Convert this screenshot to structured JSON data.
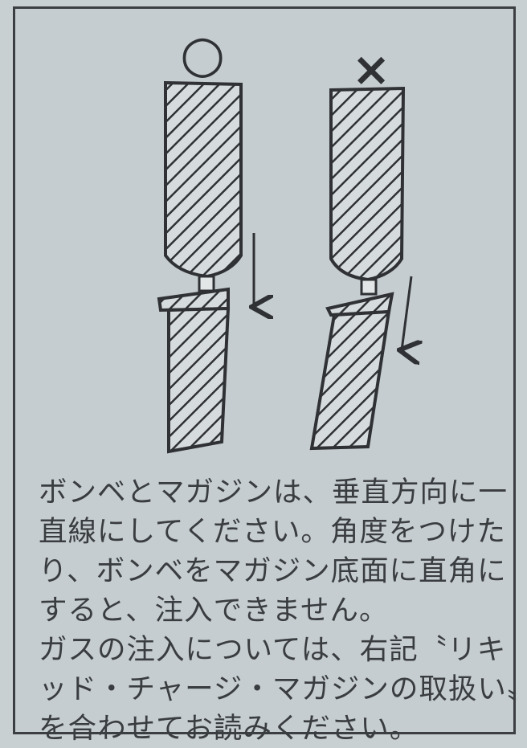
{
  "marks": {
    "correct": "○",
    "incorrect": "×"
  },
  "text": {
    "lines": [
      "ボンベとマガジンは、垂直方向に一",
      "直線にしてください。角度をつけた",
      "り、ボンベをマガジン底面に直角に",
      "すると、注入できません。",
      "ガスの注入については、右記〝リキ",
      "ッド・チャージ・マガジンの取扱い〟",
      "を合わせてお読みください。"
    ]
  },
  "colors": {
    "background": "#c5cdd0",
    "ink": "#2f3134"
  }
}
